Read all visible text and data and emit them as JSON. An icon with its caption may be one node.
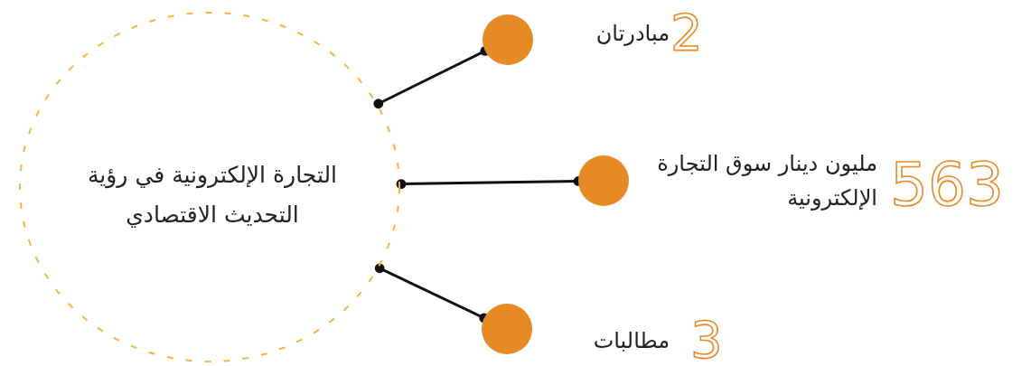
{
  "diagram": {
    "nodes": [
      {
        "text": [
          "التجارة الإلكترونية في رؤية التحديث الاقتصادي"
        ]
      },
      {
        "text": [],
        "shape": "circle",
        "beside": [
          "2",
          "مبادرتان"
        ]
      },
      {
        "text": [],
        "shape": "circle",
        "beside": [
          "563",
          "مليون دينار سوق التجارة الإلكترونية"
        ]
      },
      {
        "text": [],
        "shape": "circle",
        "beside": [
          "3",
          "مطالبات"
        ]
      }
    ],
    "edges": [
      {
        "from": 0,
        "to": 1,
        "arrow": "other"
      },
      {
        "from": 0,
        "to": 2,
        "arrow": "other"
      },
      {
        "from": 0,
        "to": 3,
        "arrow": "other"
      }
    ]
  }
}
